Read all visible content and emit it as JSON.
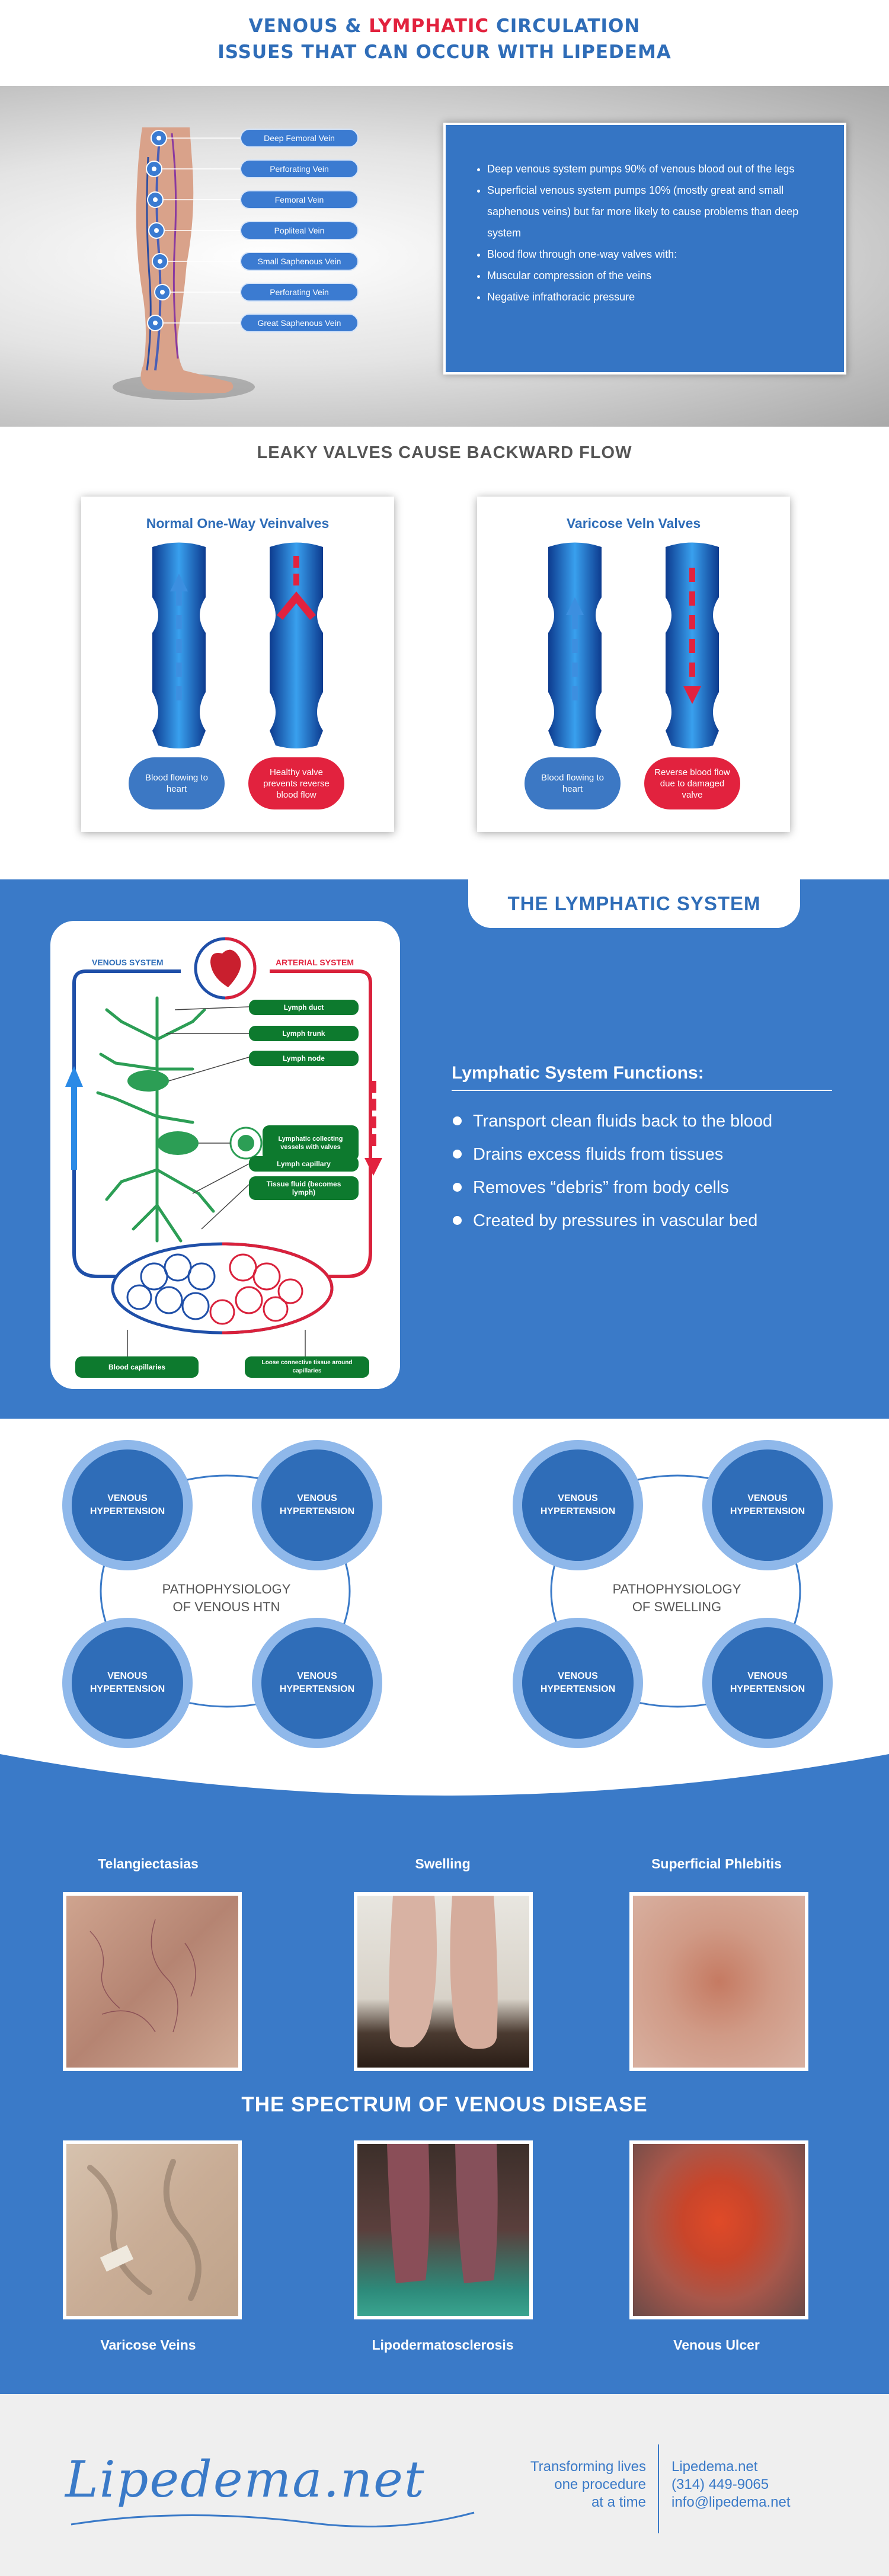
{
  "header": {
    "line1_part1": "VENOUS & ",
    "line1_red": "LYMPHATIC",
    "line1_part2": " CIRCULATION",
    "line2": "ISSUES THAT CAN OCCUR WITH LIPEDEMA"
  },
  "veins": {
    "labels": [
      "Deep Femoral Vein",
      "Perforating Vein",
      "Femoral Vein",
      "Popliteal Vein",
      "Small Saphenous Vein",
      "Perforating Vein",
      "Great Saphenous Vein"
    ],
    "bullets": [
      "Deep venous system pumps 90% of venous blood out of the legs",
      "Superficial venous system pumps 10% (mostly great and small saphenous veins) but far more likely to cause problems than deep system",
      "Blood flow through one-way valves with:",
      "Muscular compression of the veins",
      "Negative infrathoracic pressure"
    ]
  },
  "valves": {
    "section_title": "LEAKY VALVES CAUSE BACKWARD FLOW",
    "normal": {
      "title": "Normal One-Way Veinvalves",
      "left_pill": "Blood flowing to heart",
      "right_pill": "Healthy valve prevents reverse blood flow"
    },
    "varicose": {
      "title": "Varicose Veln Valves",
      "left_pill": "Blood flowing to heart",
      "right_pill": "Reverse blood flow due to damaged valve"
    }
  },
  "lymphatic": {
    "title": "THE LYMPHATIC SYSTEM",
    "diagram": {
      "venous_label": "VENOUS SYSTEM",
      "arterial_label": "ARTERIAL SYSTEM",
      "boxes": [
        "Lymph duct",
        "Lymph trunk",
        "Lymph node",
        "Lymphatic collecting vessels with valves",
        "Lymph capillary",
        "Tissue fluid (becomes lymph)",
        "Blood capillaries",
        "Loose connective tissue around capillaries"
      ]
    },
    "functions_title": "Lymphatic System Functions:",
    "functions": [
      "Transport clean fluids back to the blood",
      "Drains excess fluids from tissues",
      "Removes “debris” from body cells",
      "Created by pressures in vascular bed"
    ]
  },
  "cycles": [
    {
      "center": "PATHOPHYSIOLOGY OF VENOUS HTN",
      "circles": [
        "VENOUS HYPERTENSION",
        "VENOUS HYPERTENSION",
        "VENOUS HYPERTENSION",
        "VENOUS HYPERTENSION"
      ]
    },
    {
      "center": "PATHOPHYSIOLOGY OF SWELLING",
      "circles": [
        "VENOUS HYPERTENSION",
        "VENOUS HYPERTENSION",
        "VENOUS HYPERTENSION",
        "VENOUS HYPERTENSION"
      ]
    }
  ],
  "spectrum": {
    "title": "THE SPECTRUM OF VENOUS DISEASE",
    "top": [
      "Telangiectasias",
      "Swelling",
      "Superficial Phlebitis"
    ],
    "bottom": [
      "Varicose Veins",
      "Lipodermatosclerosis",
      "Venous Ulcer"
    ]
  },
  "footer": {
    "logo": "Lipedema.net",
    "tagline": [
      "Transforming lives",
      "one procedure",
      "at a time"
    ],
    "contact": [
      "Lipedema.net",
      "(314) 449-9065",
      "info@lipedema.net"
    ]
  },
  "colors": {
    "brand_blue": "#3a7ac8",
    "accent_red": "#e2223e",
    "lymph_green": "#0d7a2e"
  }
}
